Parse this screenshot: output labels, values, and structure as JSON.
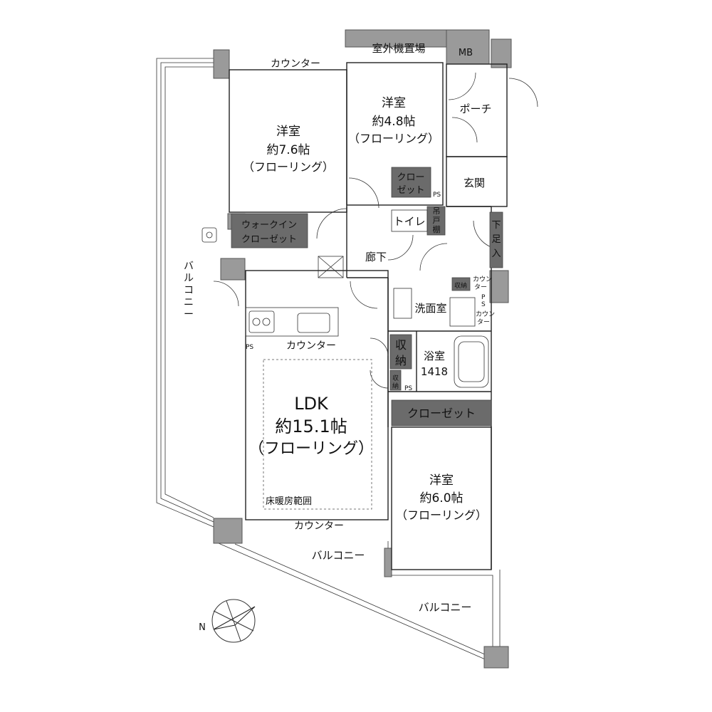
{
  "rooms": {
    "outdoor_unit": "室外機置場",
    "mb": "MB",
    "porch": "ポーチ",
    "entrance": "玄関",
    "western_76": {
      "name": "洋室",
      "size": "約7.6帖",
      "floor": "（フローリング）"
    },
    "western_48": {
      "name": "洋室",
      "size": "約4.8帖",
      "floor": "（フローリング）"
    },
    "western_60": {
      "name": "洋室",
      "size": "約6.0帖",
      "floor": "（フローリング）"
    },
    "ldk": {
      "name": "LDK",
      "size": "約15.1帖",
      "floor": "（フローリング）"
    },
    "walkin": [
      "ウォークイン",
      "クローゼット"
    ],
    "closet_small": [
      "クロー",
      "ゼット"
    ],
    "closet_long": "クローゼット",
    "toilet": "トイレ",
    "hanging_shelf": [
      "吊",
      "戸",
      "棚"
    ],
    "shoe_box": [
      "下",
      "足",
      "入"
    ],
    "corridor": "廊下",
    "washroom": "洗面室",
    "bath": {
      "name": "浴室",
      "size": "1418"
    },
    "storage": [
      "収",
      "納"
    ],
    "storage_small_a": "収納",
    "storage_small_b": [
      "収",
      "納"
    ]
  },
  "labels": {
    "counter": "カウンター",
    "counter_top": "カウンター",
    "counter_kitchen": "カウンター",
    "counter_bottom": "カウンター",
    "counter_small_a": [
      "カウン",
      "ター"
    ],
    "counter_small_b": [
      "カウン",
      "ター"
    ],
    "ps": "PS",
    "ps_vert": [
      "P",
      "S"
    ],
    "floor_heating": "床暖房範囲",
    "balcony_left": [
      "バ",
      "ル",
      "コ",
      "ニ",
      "ー"
    ],
    "balcony_bottom": "バルコニー",
    "balcony_right": "バルコニー",
    "north": "N"
  },
  "colors": {
    "wall": "#9a9a9a",
    "storage_fill": "#6b6b6b",
    "line": "#222222"
  }
}
